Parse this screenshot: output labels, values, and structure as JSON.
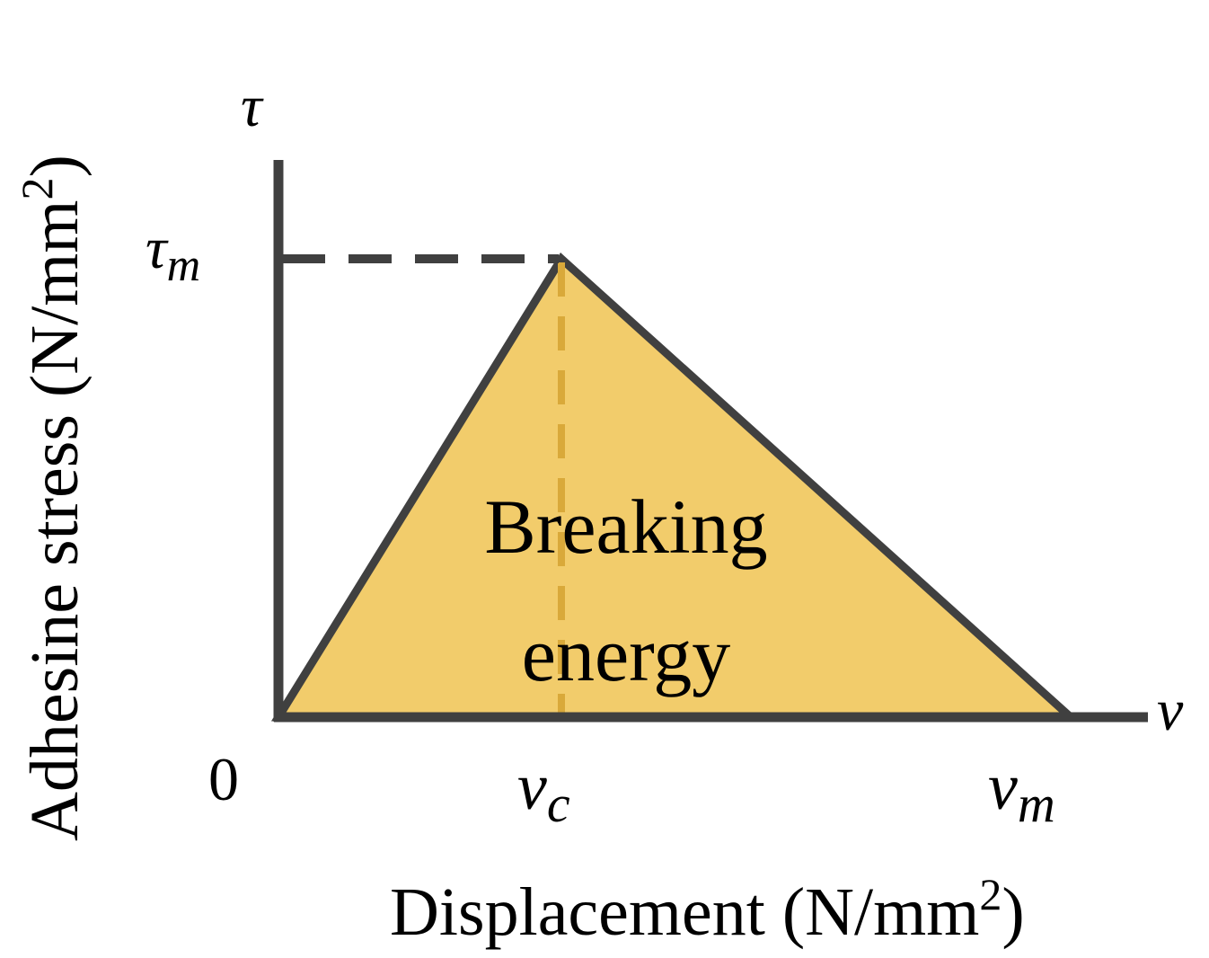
{
  "labels": {
    "y_axis_symbol": "τ",
    "y_peak_symbol": "τ",
    "y_peak_subscript": "m",
    "x_axis_symbol": "v",
    "origin": "0",
    "x_peak_symbol": "v",
    "x_peak_subscript": "c",
    "x_end_symbol": "v",
    "x_end_subscript": "m",
    "area_line1": "Breaking",
    "area_line2": "energy",
    "y_title": "Adhesine stress (N/mm",
    "y_title_sup": "2",
    "y_title_end": ")",
    "x_title": "Displacement (N/mm",
    "x_title_sup": "2",
    "x_title_end": ")"
  },
  "colors": {
    "axis": "#404040",
    "fill": "#f2cc6b",
    "text": "#000000"
  }
}
